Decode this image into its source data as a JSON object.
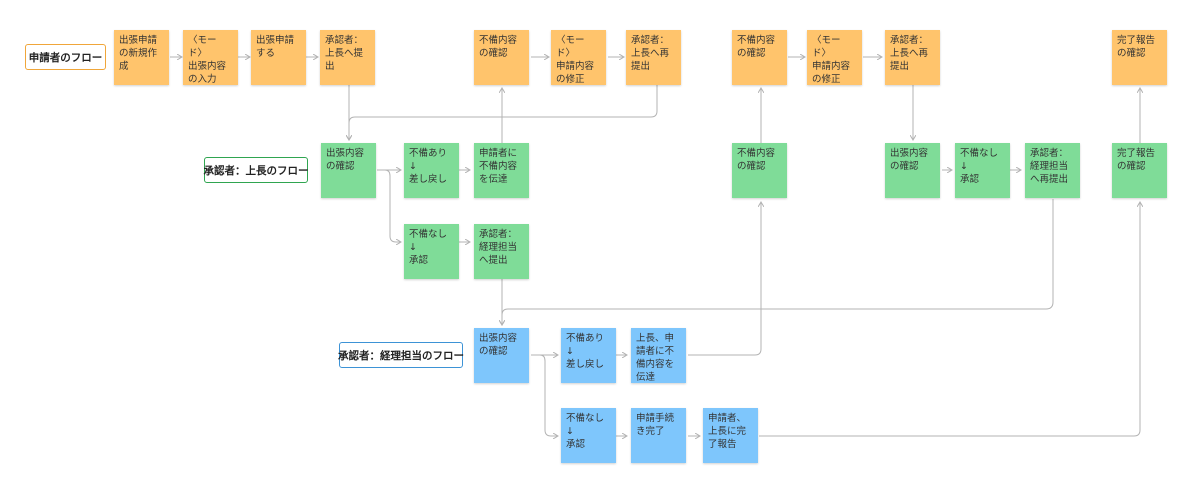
{
  "lanes": {
    "applicant": "申請者のフロー",
    "supervisor": "承認者：上長のフロー",
    "accounting": "承認者：経理担当のフロー"
  },
  "nodes": {
    "a1": "出張申請の新規作成",
    "a2": "〈モード〉\n出張内容の入力",
    "a3": "出張申請する",
    "a4": "承認者：上長へ提出",
    "a5": "不備内容の確認",
    "a6": "〈モード〉\n申請内容の修正",
    "a7": "承認者：上長へ再提出",
    "a8": "不備内容の確認",
    "a9": "〈モード〉\n申請内容の修正",
    "a10": "承認者：上長へ再提出",
    "a11": "完了報告の確認",
    "s1": "出張内容の確認",
    "s2": "不備あり\n↓\n差し戻し",
    "s3": "申請者に不備内容を伝達",
    "s4": "不備なし\n↓\n承認",
    "s5": "承認者：経理担当へ提出",
    "s6": "不備内容の確認",
    "s7": "出張内容の確認",
    "s8": "不備なし\n↓\n承認",
    "s9": "承認者：経理担当へ再提出",
    "s10": "完了報告の確認",
    "c1": "出張内容の確認",
    "c2": "不備あり\n↓\n差し戻し",
    "c3": "上長、申請者に不備内容を伝達",
    "c4": "不備なし\n↓\n承認",
    "c5": "申請手続き完了",
    "c6": "申請者、上長に完了報告"
  },
  "colors": {
    "applicant": "#ffc46c",
    "supervisor": "#7fdc98",
    "accounting": "#7ec6fc",
    "connector": "#b3b3b3"
  }
}
